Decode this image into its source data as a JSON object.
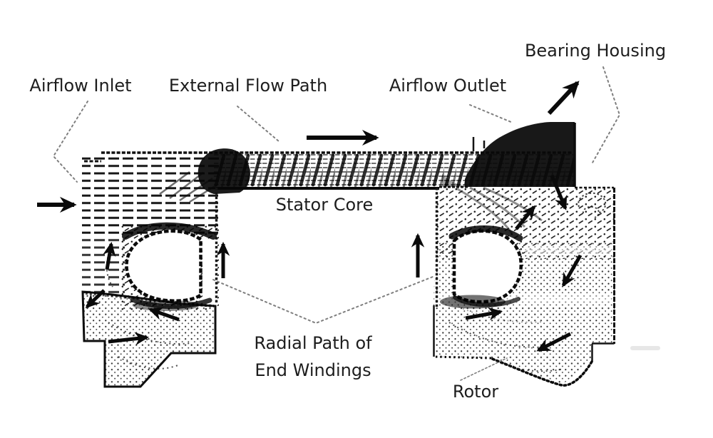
{
  "diagram": {
    "kind": "airflow-vector-plot",
    "labels": {
      "airflow_inlet": "Airflow Inlet",
      "external_flow_path": "External Flow Path",
      "airflow_outlet": "Airflow Outlet",
      "bearing_housing": "Bearing Housing",
      "stator_core": "Stator Core",
      "radial_path_line1": "Radial Path of",
      "radial_path_line2": "End Windings",
      "rotor": "Rotor"
    },
    "colors": {
      "background": "#ffffff",
      "ink": "#0a0a0a",
      "label_text": "#1d1d1d",
      "leader_line": "#7f7f7f"
    },
    "flow_arrows": [
      {
        "name": "inlet-arrow",
        "direction": "right"
      },
      {
        "name": "external-flow-arrow",
        "direction": "right"
      },
      {
        "name": "bearing-outlet-arrow",
        "direction": "up-right"
      },
      {
        "name": "left-radial-up-arrow",
        "direction": "up"
      },
      {
        "name": "right-radial-up-arrow",
        "direction": "up"
      },
      {
        "name": "right-winding-up-arrow",
        "direction": "up-right"
      },
      {
        "name": "housing-down-arrow",
        "direction": "down-right"
      },
      {
        "name": "housing-mid-down-arrow",
        "direction": "down-left"
      },
      {
        "name": "rotor-right-flow-arrow",
        "direction": "right"
      },
      {
        "name": "rotor-right-return-arrow",
        "direction": "down-left"
      },
      {
        "name": "inlet-up-arrow",
        "direction": "up"
      },
      {
        "name": "left-corner-arrow",
        "direction": "down-left"
      },
      {
        "name": "left-rotor-return-arrow",
        "direction": "left"
      },
      {
        "name": "left-rotor-flow-arrow",
        "direction": "right"
      }
    ],
    "leader_lines": [
      "airflow-inlet",
      "external-flow-path",
      "airflow-outlet",
      "bearing-housing",
      "radial-path-of-end-windings",
      "rotor"
    ]
  }
}
